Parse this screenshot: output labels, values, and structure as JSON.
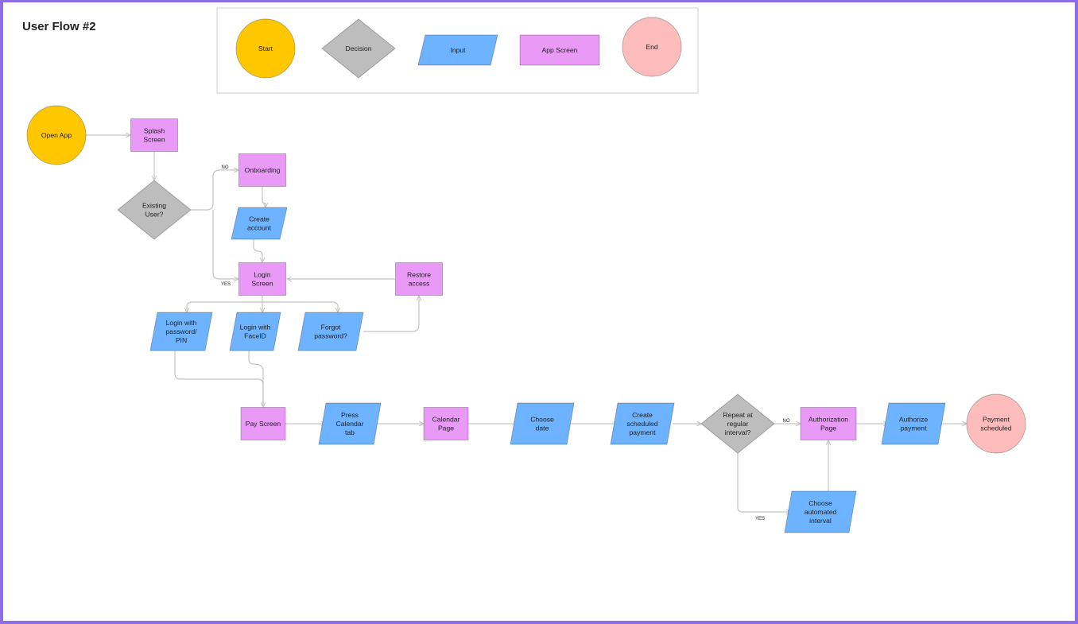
{
  "title": "User Flow #2",
  "colors": {
    "start": "#ffc700",
    "decision": "#bdbdbd",
    "input": "#6eb3ff",
    "app_screen": "#e99af6",
    "end": "#fdbcbc",
    "connector": "#c4c4c4",
    "frame_border": "#8e6ee6"
  },
  "legend": [
    {
      "key": "start",
      "label": "Start"
    },
    {
      "key": "decision",
      "label": "Decision"
    },
    {
      "key": "input",
      "label": "Input"
    },
    {
      "key": "app_screen",
      "label": "App Screen"
    },
    {
      "key": "end",
      "label": "End"
    }
  ],
  "nodes": [
    {
      "id": "open-app",
      "type": "start",
      "lines": [
        "Open App"
      ]
    },
    {
      "id": "splash-screen",
      "type": "app_screen",
      "lines": [
        "Splash",
        "Screen"
      ]
    },
    {
      "id": "existing-user",
      "type": "decision",
      "lines": [
        "Existing",
        "User?"
      ]
    },
    {
      "id": "onboarding",
      "type": "app_screen",
      "lines": [
        "Onboarding"
      ]
    },
    {
      "id": "create-account",
      "type": "input",
      "lines": [
        "Create",
        "account"
      ]
    },
    {
      "id": "login-screen",
      "type": "app_screen",
      "lines": [
        "Login",
        "Screen"
      ]
    },
    {
      "id": "restore-access",
      "type": "app_screen",
      "lines": [
        "Restore",
        "access"
      ]
    },
    {
      "id": "login-password-pin",
      "type": "input",
      "lines": [
        "Login with",
        "password/",
        "PIN"
      ]
    },
    {
      "id": "login-faceid",
      "type": "input",
      "lines": [
        "Login with",
        "FaceID"
      ]
    },
    {
      "id": "forgot-password",
      "type": "input",
      "lines": [
        "Forgot",
        "password?"
      ]
    },
    {
      "id": "pay-screen",
      "type": "app_screen",
      "lines": [
        "Pay Screen"
      ]
    },
    {
      "id": "press-calendar-tab",
      "type": "input",
      "lines": [
        "Press",
        "Calendar",
        "tab"
      ]
    },
    {
      "id": "calendar-page",
      "type": "app_screen",
      "lines": [
        "Calendar",
        "Page"
      ]
    },
    {
      "id": "choose-date",
      "type": "input",
      "lines": [
        "Choose",
        "date"
      ]
    },
    {
      "id": "create-scheduled-payment",
      "type": "input",
      "lines": [
        "Create",
        "scheduled",
        "payment"
      ]
    },
    {
      "id": "repeat-interval",
      "type": "decision",
      "lines": [
        "Repeat at",
        "regular",
        "interval?"
      ]
    },
    {
      "id": "authorization-page",
      "type": "app_screen",
      "lines": [
        "Authorization",
        "Page"
      ]
    },
    {
      "id": "authorize-payment",
      "type": "input",
      "lines": [
        "Authorize",
        "payment"
      ]
    },
    {
      "id": "payment-scheduled",
      "type": "end",
      "lines": [
        "Payment",
        "scheduled"
      ]
    },
    {
      "id": "choose-automated-interval",
      "type": "input",
      "lines": [
        "Choose",
        "automated",
        "interval"
      ]
    }
  ],
  "edge_labels": [
    {
      "id": "no-onboarding",
      "text": "NO"
    },
    {
      "id": "yes-login",
      "text": "YES"
    },
    {
      "id": "no-authorization",
      "text": "NO"
    },
    {
      "id": "yes-interval",
      "text": "YES"
    }
  ]
}
